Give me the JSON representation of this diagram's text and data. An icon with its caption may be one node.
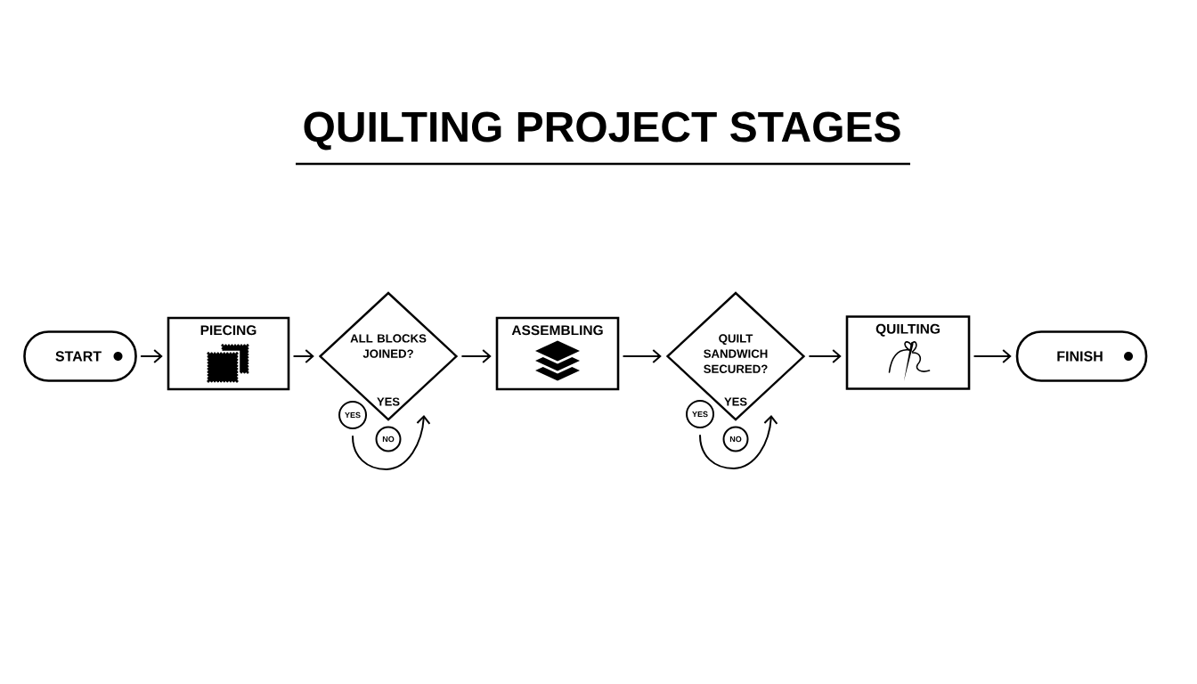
{
  "diagram": {
    "title": "QUILTING PROJECT STAGES",
    "nodes": [
      {
        "text": [
          "START"
        ]
      },
      {
        "text": [
          "PIECING"
        ]
      },
      {
        "text": [
          "ALL BLOCKS JOINED?",
          "YES"
        ]
      },
      {
        "text": [
          "YES"
        ]
      },
      {
        "text": [
          "NO"
        ]
      },
      {
        "text": [
          "ASSEMBLING"
        ]
      },
      {
        "text": [
          "QUILT SANDWICH SECURED?",
          "YES"
        ]
      },
      {
        "text": [
          "YES"
        ]
      },
      {
        "text": [
          "NO"
        ]
      },
      {
        "text": [
          "QUILTING"
        ]
      },
      {
        "text": [
          "FINISH"
        ]
      }
    ],
    "edges": [
      {
        "from": 0,
        "to": 1,
        "arrow": "to"
      },
      {
        "from": 1,
        "to": 2,
        "arrow": "to"
      },
      {
        "from": 3,
        "to": 2,
        "arrow": "to"
      },
      {
        "from": 2,
        "to": 5,
        "arrow": "to"
      },
      {
        "from": 5,
        "to": 6,
        "arrow": "to"
      },
      {
        "from": 7,
        "to": 6,
        "arrow": "to"
      },
      {
        "from": 6,
        "to": 9,
        "arrow": "to"
      },
      {
        "from": 9,
        "to": 10,
        "arrow": "to"
      }
    ]
  }
}
